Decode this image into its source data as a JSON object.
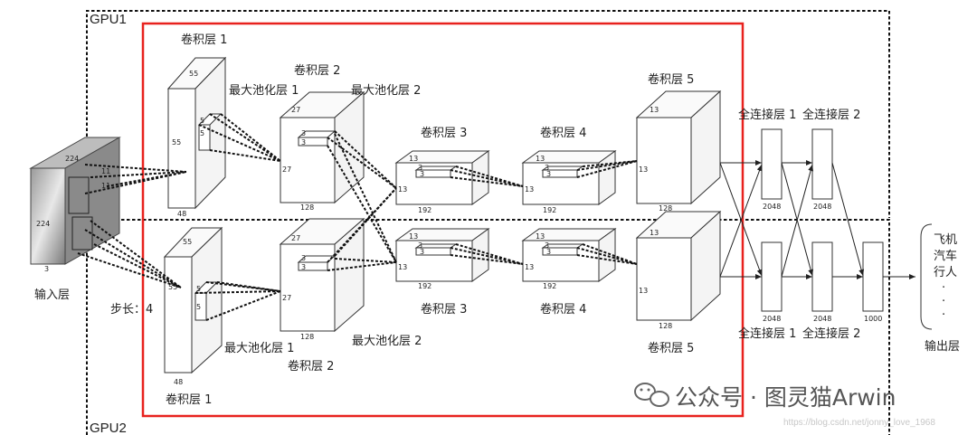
{
  "gpu": {
    "top": "GPU1",
    "bottom": "GPU2"
  },
  "input": {
    "label": "输入层",
    "h": "224",
    "w": "224",
    "d": "3",
    "k1": "11",
    "k2": "11"
  },
  "stride": "步长：4",
  "top_row": {
    "conv1": {
      "label": "卷积层 1",
      "h": "55",
      "w": "55",
      "d": "48",
      "k1": "5",
      "k2": "5"
    },
    "pool1": "最大池化层 1",
    "conv2": {
      "label": "卷积层 2",
      "h": "27",
      "w": "27",
      "d": "128",
      "k1": "3",
      "k2": "3"
    },
    "pool2": "最大池化层 2",
    "conv3": {
      "label": "卷积层 3",
      "h": "13",
      "w": "13",
      "d": "192",
      "k1": "3",
      "k2": "3"
    },
    "conv4": {
      "label": "卷积层 4",
      "h": "13",
      "w": "13",
      "d": "192",
      "k1": "3",
      "k2": "3"
    },
    "conv5": {
      "label": "卷积层 5",
      "h": "13",
      "w": "13",
      "d": "128"
    },
    "fc1": {
      "label": "全连接层 1",
      "size": "2048"
    },
    "fc2": {
      "label": "全连接层 2",
      "size": "2048"
    }
  },
  "bottom_row": {
    "conv1": {
      "label": "卷积层 1",
      "h": "55",
      "w": "55",
      "d": "48",
      "k1": "5",
      "k2": "5"
    },
    "pool1": "最大池化层 1",
    "conv2": {
      "label": "卷积层 2",
      "h": "27",
      "w": "27",
      "d": "128",
      "k1": "3",
      "k2": "3"
    },
    "pool2": "最大池化层 2",
    "conv3": {
      "label": "卷积层 3",
      "h": "13",
      "w": "13",
      "d": "192",
      "k1": "3",
      "k2": "3"
    },
    "conv4": {
      "label": "卷积层 4",
      "h": "13",
      "w": "13",
      "d": "192",
      "k1": "3",
      "k2": "3"
    },
    "conv5": {
      "label": "卷积层 5",
      "h": "13",
      "w": "13",
      "d": "128"
    },
    "fc1": {
      "label": "全连接层 1",
      "size": "2048"
    },
    "fc2": {
      "label": "全连接层 2",
      "size": "2048"
    },
    "fc3": {
      "size": "1000"
    }
  },
  "output": {
    "label": "输出层",
    "items": [
      "飞机",
      "汽车",
      "行人",
      "·",
      "·",
      "·"
    ]
  },
  "watermark": {
    "text": "公众号 · 图灵猫Arwin",
    "url": "https://blog.csdn.net/jonny_love_1968"
  },
  "colors": {
    "highlight": "#e8221e",
    "ink": "#222222"
  }
}
